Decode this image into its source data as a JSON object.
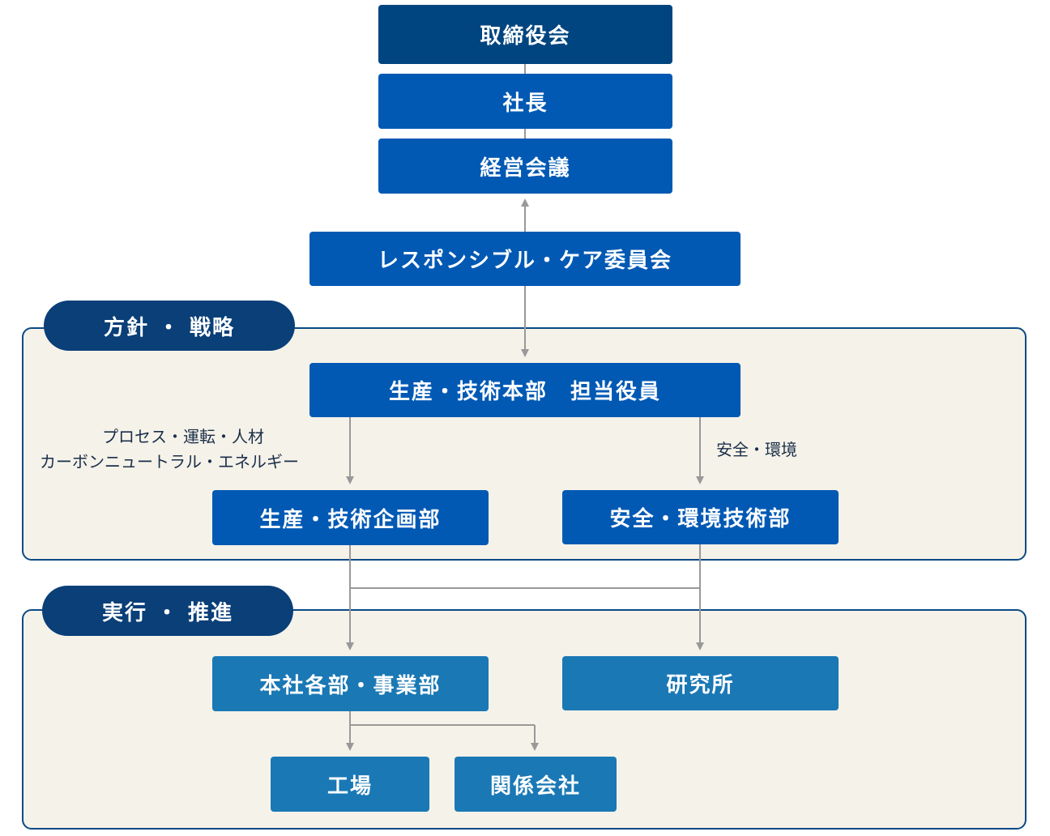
{
  "sections": {
    "policy": {
      "label": "方針 ・ 戦略"
    },
    "execution": {
      "label": "実行 ・ 推進"
    }
  },
  "nodes": {
    "board": "取締役会",
    "president": "社長",
    "management_meeting": "経営会議",
    "rc_committee": "レスポンシブル・ケア委員会",
    "production_officer": "生産・技術本部　担当役員",
    "planning_dept": "生産・技術企画部",
    "safety_dept": "安全・環境技術部",
    "hq_divisions": "本社各部・事業部",
    "research_lab": "研究所",
    "factory": "工場",
    "affiliates": "関係会社"
  },
  "edge_labels": {
    "planning_line1": "プロセス・運転・人材",
    "planning_line2": "カーボンニュートラル・エネルギー",
    "safety": "安全・環境"
  },
  "colors": {
    "board": "#004580",
    "upper_boxes": "#0159b4",
    "lower_boxes": "#1a78b5",
    "pill": "#0a3f78",
    "panel_bg": "#f5f2e9",
    "panel_border": "#0a4a85",
    "connector": "#999999"
  }
}
